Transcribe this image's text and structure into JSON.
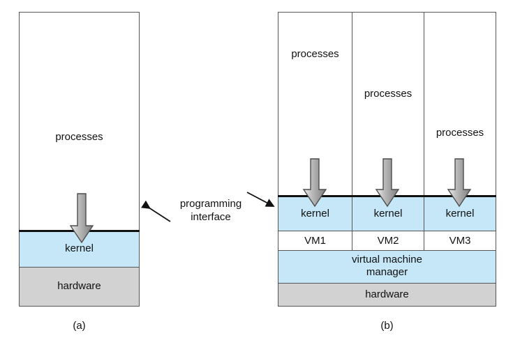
{
  "figure": {
    "panels": [
      {
        "id": "a",
        "caption": "(a)",
        "processes_label": "processes",
        "kernel_label": "kernel",
        "hardware_label": "hardware"
      },
      {
        "id": "b",
        "caption": "(b)",
        "columns": [
          {
            "processes_label": "processes",
            "kernel_label": "kernel",
            "vm_label": "VM1"
          },
          {
            "processes_label": "processes",
            "kernel_label": "kernel",
            "vm_label": "VM2"
          },
          {
            "processes_label": "processes",
            "kernel_label": "kernel",
            "vm_label": "VM3"
          }
        ],
        "vmm_label_line1": "virtual machine",
        "vmm_label_line2": "manager",
        "hardware_label": "hardware"
      }
    ],
    "annotation": {
      "line1": "programming",
      "line2": "interface"
    },
    "colors": {
      "kernel_fill": "#c6e7f7",
      "hardware_fill": "#d2d2d2",
      "outline": "#555555",
      "interface_line": "#111111",
      "arrow_light": "#e6e6e6",
      "arrow_dark": "#8a8a8a",
      "arrow_stroke": "#4d4d4d",
      "background": "#ffffff"
    }
  }
}
